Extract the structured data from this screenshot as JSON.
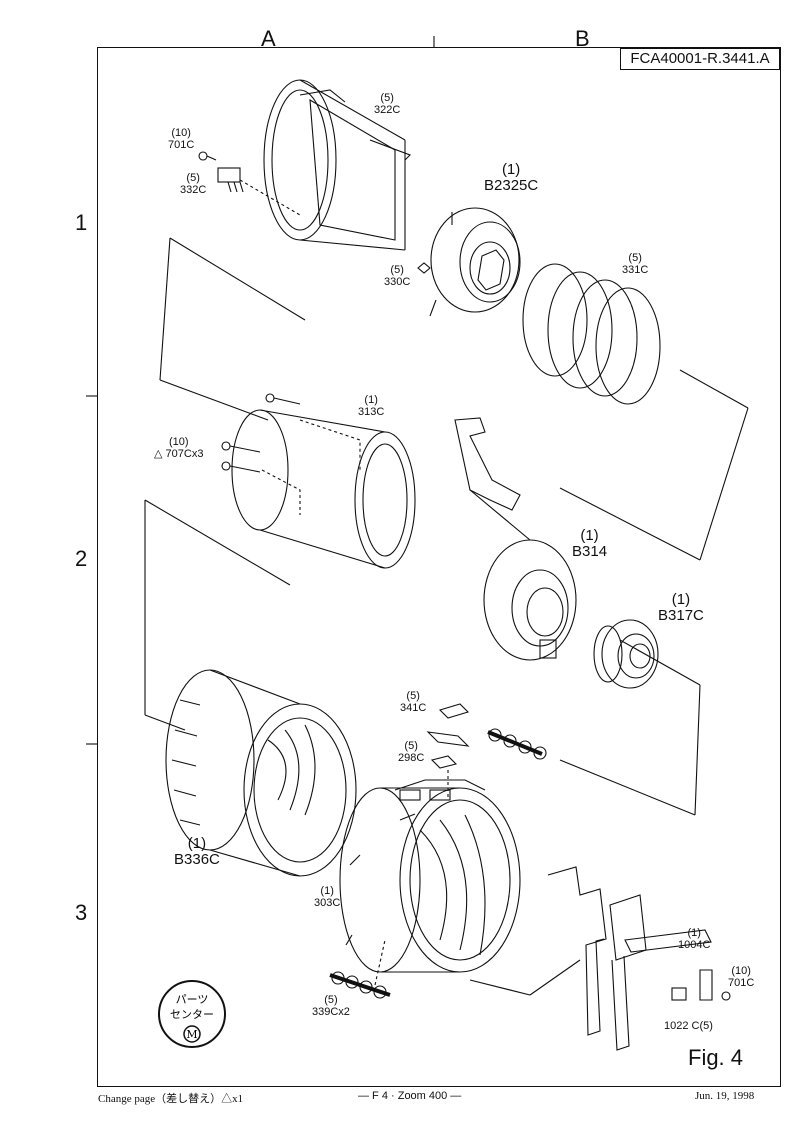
{
  "columns": [
    "A",
    "B"
  ],
  "rows": [
    "1",
    "2",
    "3"
  ],
  "figure_code": "FCA40001-R.3441.A",
  "figure_label": "Fig.  4",
  "parts": [
    {
      "qty": "(5)",
      "code": "322C"
    },
    {
      "qty": "(10)",
      "code": "701C"
    },
    {
      "qty": "(5)",
      "code": "332C"
    },
    {
      "qty": "(1)",
      "code": "B2325C"
    },
    {
      "qty": "(5)",
      "code": "331C"
    },
    {
      "qty": "(5)",
      "code": "330C"
    },
    {
      "qty": "(1)",
      "code": "313C"
    },
    {
      "qty": "(10)",
      "code": "△ 707Cx3"
    },
    {
      "qty": "(1)",
      "code": "B314"
    },
    {
      "qty": "(1)",
      "code": "B317C"
    },
    {
      "qty": "(5)",
      "code": "341C"
    },
    {
      "qty": "(5)",
      "code": "298C"
    },
    {
      "qty": "(1)",
      "code": "B336C"
    },
    {
      "qty": "(1)",
      "code": "303C"
    },
    {
      "qty": "(1)",
      "code": "1004C"
    },
    {
      "qty": "(10)",
      "code": "701C"
    },
    {
      "qty": "(5)",
      "code": "339Cx2"
    },
    {
      "qty": "",
      "code": "1022 C(5)"
    }
  ],
  "stamp": {
    "line1": "パーツ",
    "line2": "センター",
    "line3": "M"
  },
  "footer": {
    "left": "Change page（差し替え）△x1",
    "center": "— F 4  · Zoom 400 —",
    "right": "Jun.  19, 1998"
  }
}
